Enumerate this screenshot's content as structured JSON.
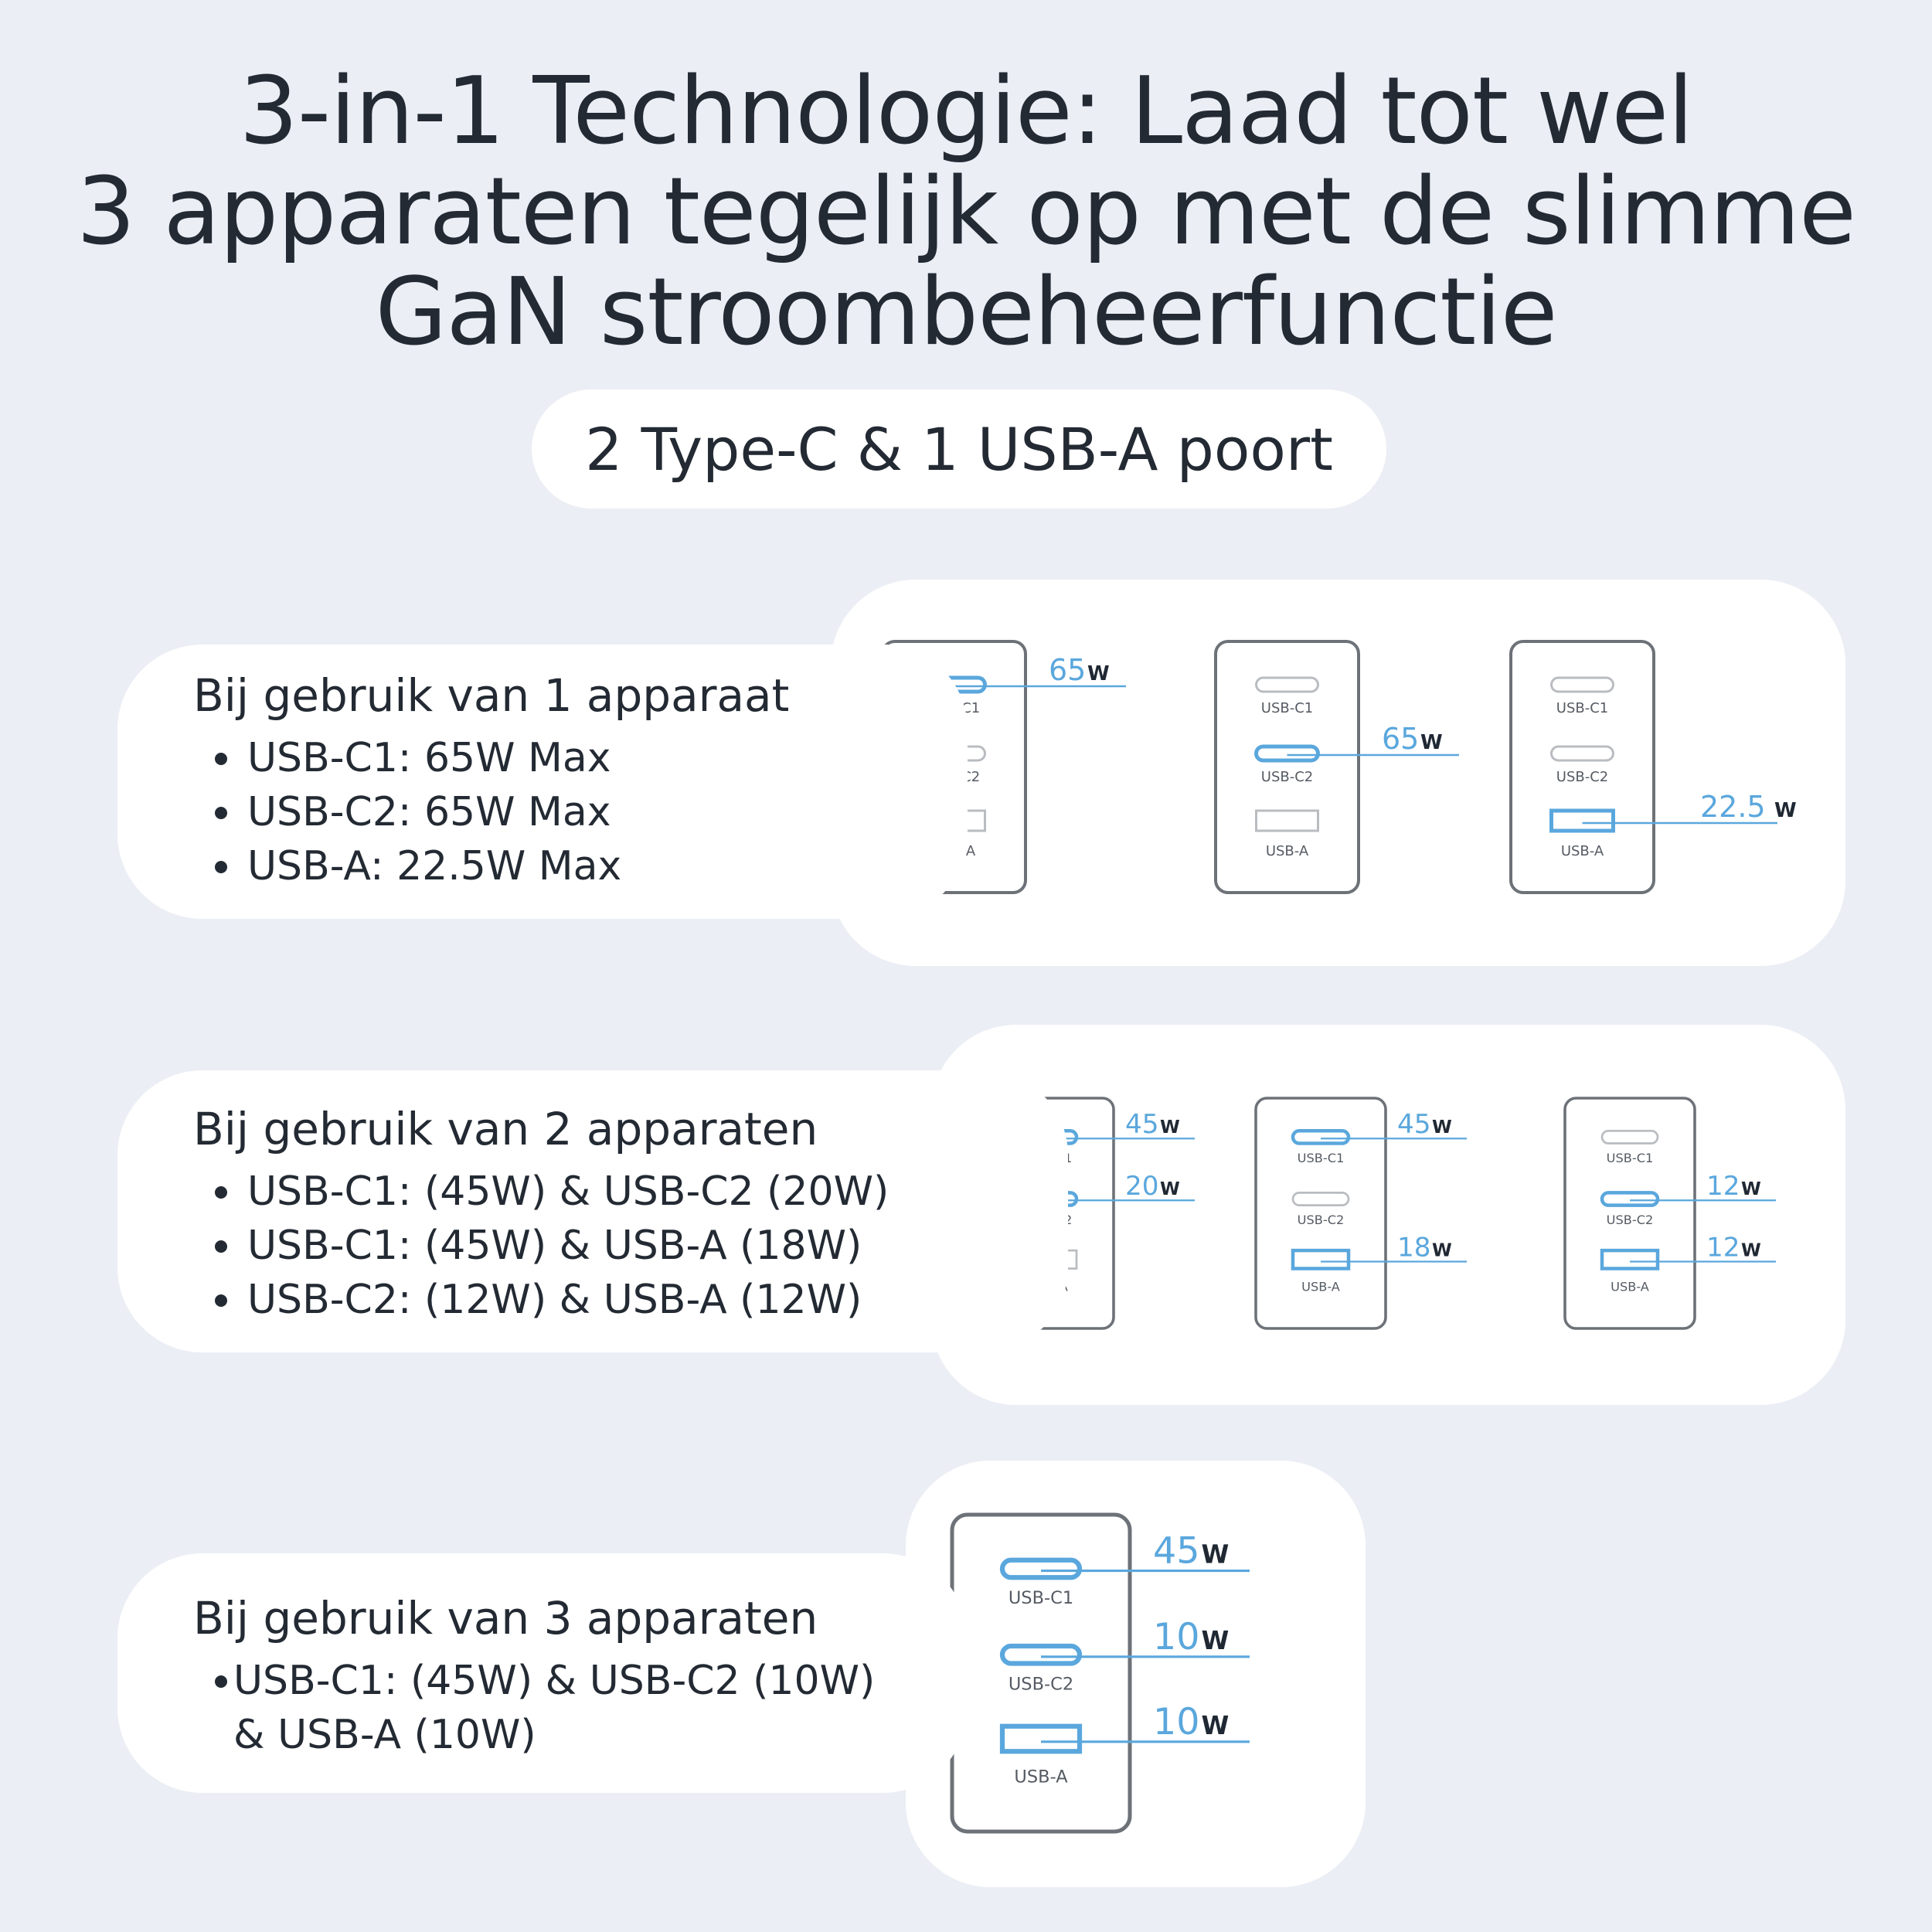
{
  "title": {
    "line1": "3-in-1 Technologie: Laad tot wel",
    "line2": "3 apparaten tegelijk op met de slimme",
    "line3": "GaN stroombeheerfunctie"
  },
  "subtitle": "2 Type-C & 1 USB-A poort",
  "sections": [
    {
      "heading": "Bij gebruik van 1 apparaat",
      "items": [
        "USB-C1: 65W Max",
        "USB-C2: 65W Max",
        "USB-A: 22.5W Max"
      ]
    },
    {
      "heading": "Bij gebruik van 2 apparaten",
      "items": [
        "USB-C1: (45W) & USB-C2 (20W)",
        "USB-C1: (45W) & USB-A (18W)",
        "USB-C2: (12W) & USB-A (12W)"
      ]
    },
    {
      "heading": "Bij gebruik van 3 apparaten",
      "items": [
        "USB-C1: (45W) & USB-C2 (10W)",
        "& USB-A (10W)"
      ]
    }
  ],
  "port_labels": {
    "c1": "USB-C1",
    "c2": "USB-C2",
    "a": "USB-A"
  },
  "watt_unit": "W",
  "diagrams": {
    "one_device": [
      {
        "c1": "65"
      },
      {
        "c2": "65"
      },
      {
        "a": "22.5"
      }
    ],
    "two_devices": [
      {
        "c1": "45",
        "c2": "20"
      },
      {
        "c1": "45",
        "a": "18"
      },
      {
        "c2": "12",
        "a": "12"
      }
    ],
    "three_devices": [
      {
        "c1": "45",
        "c2": "10",
        "a": "10"
      }
    ]
  },
  "colors": {
    "background": "#ebeef4",
    "card": "#ffffff",
    "active_port": "#5aa7dd",
    "text": "#232a33"
  }
}
